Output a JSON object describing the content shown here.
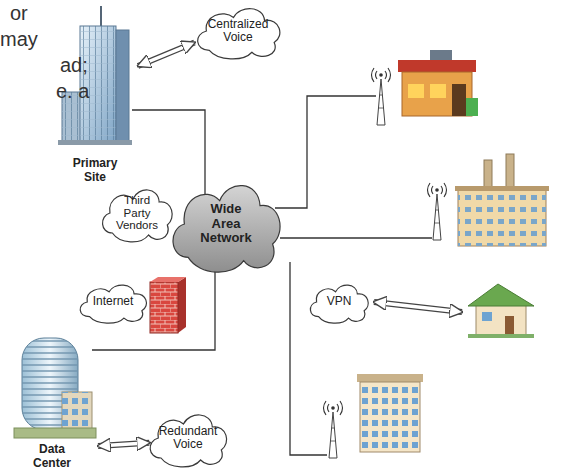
{
  "diagram": {
    "nodes": [
      {
        "text": [
          "Centralized Voice"
        ]
      },
      {
        "text": [
          "Primary Site"
        ]
      },
      {
        "text": [
          "Third Party Vendors"
        ]
      },
      {
        "text": [
          "Wide Area Network"
        ]
      },
      {
        "text": [
          "Internet"
        ]
      },
      {
        "text": [
          "VPN"
        ]
      },
      {
        "text": [
          "Data Center"
        ]
      },
      {
        "text": [
          "Redundant Voice"
        ]
      }
    ],
    "edges": [
      {
        "from": 1,
        "to": 0,
        "arrow": "both"
      },
      {
        "from": 1,
        "to": 3,
        "arrow": "none"
      },
      {
        "from": 6,
        "to": 3,
        "arrow": "none"
      },
      {
        "from": 6,
        "to": 7,
        "arrow": "both"
      }
    ],
    "labels": [
      "or",
      "may",
      "ad;",
      "e. a"
    ]
  }
}
